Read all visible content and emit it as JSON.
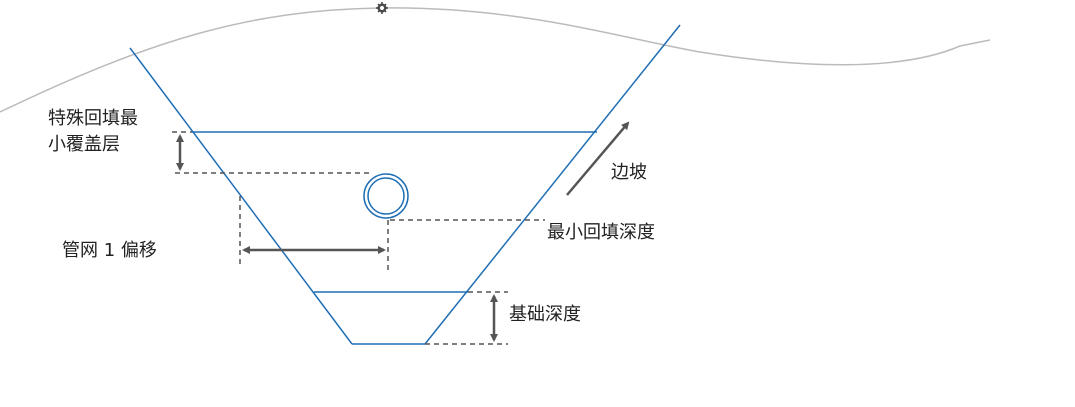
{
  "labels": {
    "cover_line1": "特殊回填最",
    "cover_line2": "小覆盖层",
    "slope": "边坡",
    "min_backfill_depth": "最小回填深度",
    "pipe_offset": "管网 1 偏移",
    "foundation_depth": "基础深度"
  },
  "colors": {
    "trench": "#1f6eb5",
    "ground": "#bbbbbb",
    "dim": "#555555"
  },
  "icons": {
    "ground_marker": "gear-icon"
  }
}
